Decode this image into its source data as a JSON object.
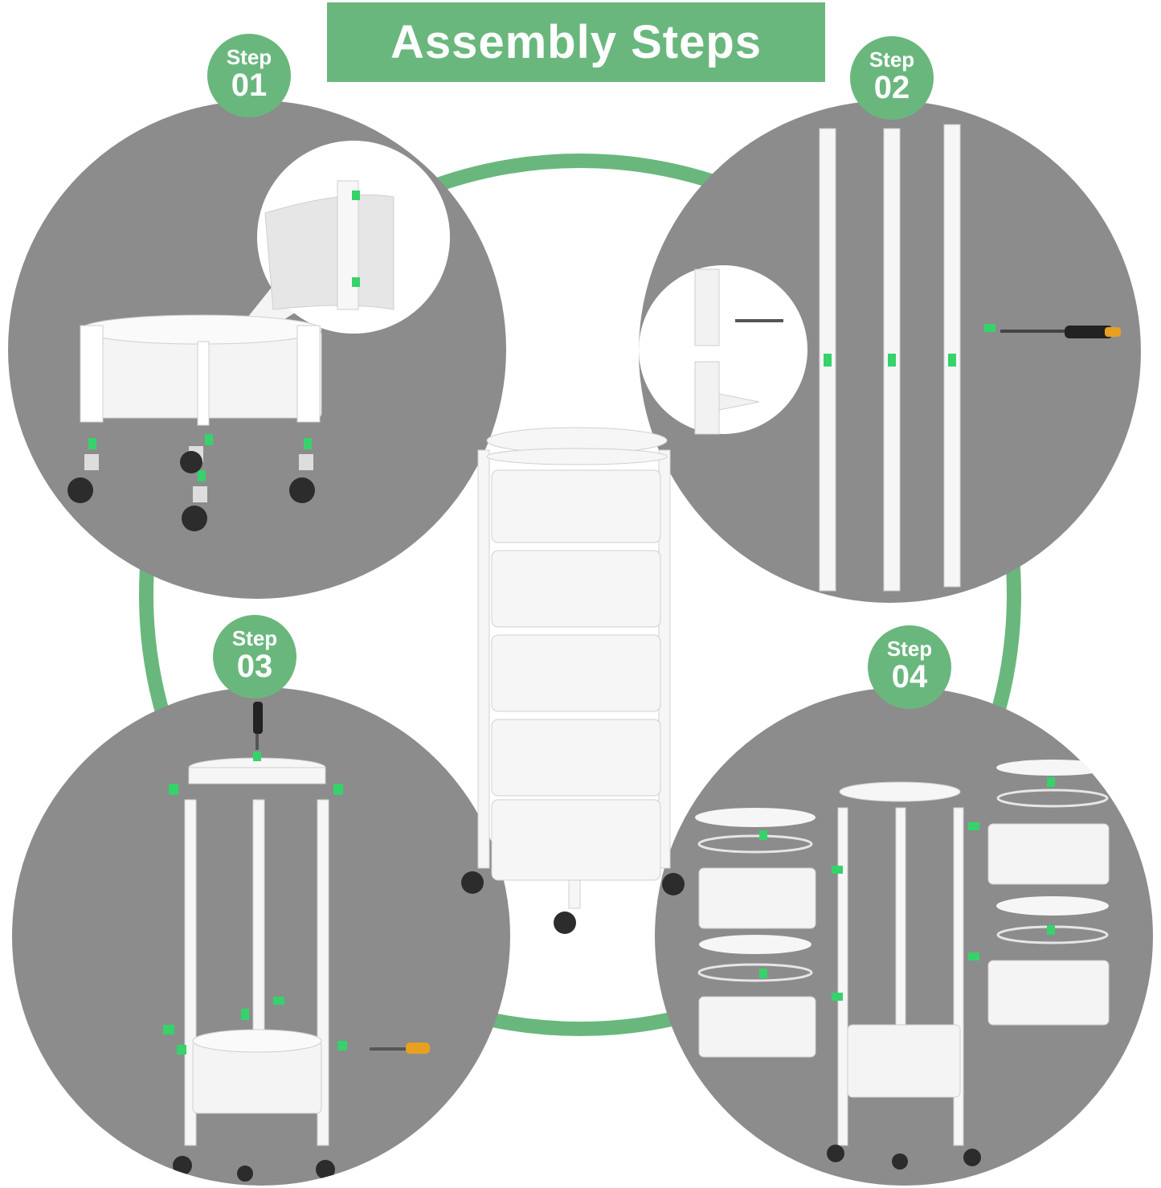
{
  "title": "Assembly Steps",
  "colors": {
    "accent": "#6ab77e",
    "panel": "#8c8c8c",
    "part": "#f4f4f4",
    "screw_highlight": "#35d36a"
  },
  "steps": [
    {
      "label": "Step",
      "number": "01"
    },
    {
      "label": "Step",
      "number": "02"
    },
    {
      "label": "Step",
      "number": "03"
    },
    {
      "label": "Step",
      "number": "04"
    }
  ]
}
